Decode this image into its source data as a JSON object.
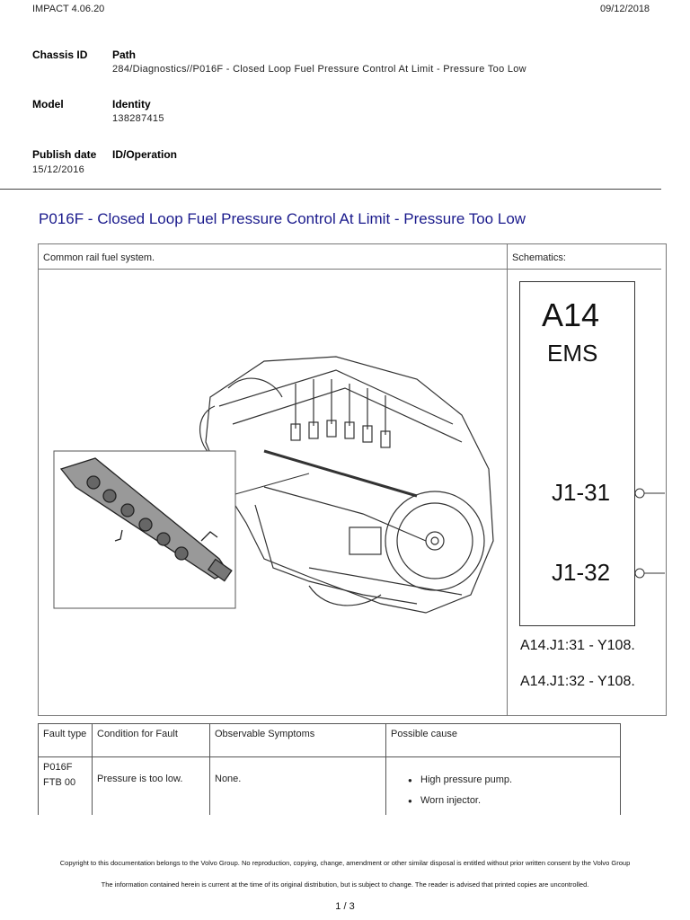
{
  "header": {
    "app": "IMPACT 4.06.20",
    "date": "09/12/2018"
  },
  "meta": {
    "chassis_label": "Chassis ID",
    "path_label": "Path",
    "path_value": "284/Diagnostics//P016F - Closed Loop Fuel Pressure Control At Limit - Pressure Too Low",
    "model_label": "Model",
    "identity_label": "Identity",
    "identity_value": "138287415",
    "publish_label": "Publish date",
    "publish_value": "15/12/2016",
    "idop_label": "ID/Operation"
  },
  "title": "P016F - Closed Loop Fuel Pressure Control At Limit - Pressure Too Low",
  "figure": {
    "left_caption": "Common rail fuel system.",
    "right_caption": "Schematics:",
    "schematic": {
      "module": "A14",
      "module_sub": "EMS",
      "pin1": "J1-31",
      "pin2": "J1-32",
      "conn1": "A14.J1:31 - Y108.",
      "conn2": "A14.J1:32 - Y108."
    }
  },
  "fault_table": {
    "headers": [
      "Fault type",
      "Condition for Fault",
      "Observable Symptoms",
      "Possible cause"
    ],
    "row": {
      "fault_type": "P016F FTB 00",
      "condition": "Pressure is too low.",
      "symptoms": "None.",
      "causes": [
        "High pressure pump.",
        "Worn injector."
      ]
    }
  },
  "footer": {
    "copyright": "Copyright to this documentation belongs to the Volvo Group. No reproduction, copying, change, amendment or other similar disposal is entitled without prior written consent by the Volvo Group",
    "notice": "The information contained herein is current at the time of its original distribution, but is subject to change. The reader is advised that printed copies are uncontrolled.",
    "page": "1 / 3"
  }
}
